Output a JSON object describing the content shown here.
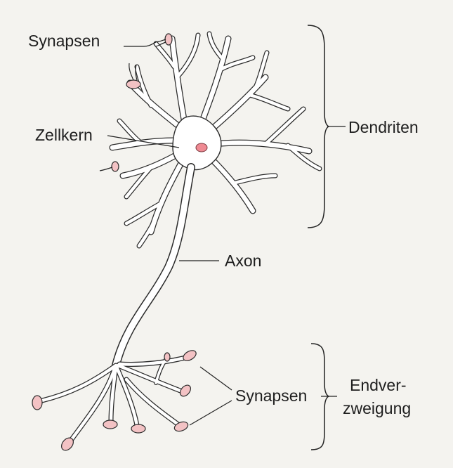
{
  "labels": {
    "synapsen_top": "Synapsen",
    "zellkern": "Zellkern",
    "dendriten": "Dendriten",
    "axon": "Axon",
    "synapsen_bottom": "Synapsen",
    "endverzweigung_line1": "Endver-",
    "endverzweigung_line2": "zweigung"
  },
  "colors": {
    "background": "#f4f3ef",
    "cell": "#ffffff",
    "outline": "#2b2b2b",
    "nucleus": "#ef8a93",
    "synapse": "#f3c2c4"
  }
}
